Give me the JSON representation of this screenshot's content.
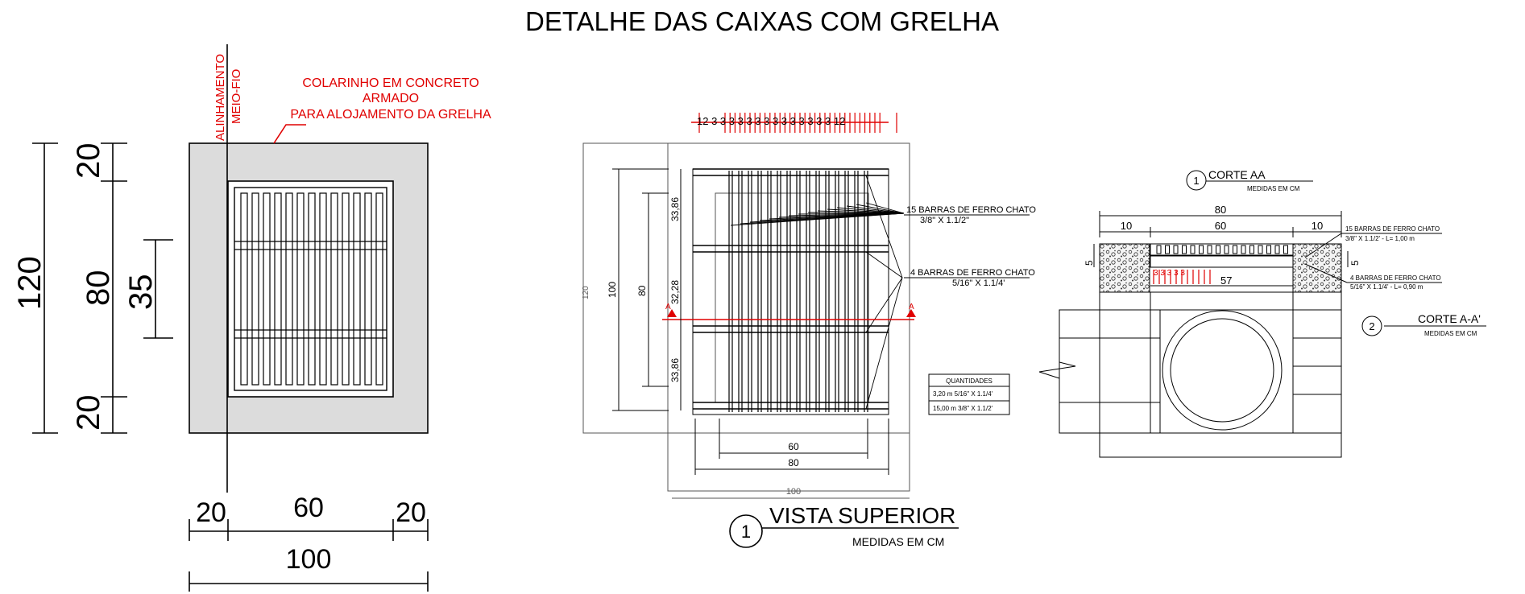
{
  "title": "DETALHE DAS CAIXAS COM GRELHA",
  "colors": {
    "annotation": "#e00000",
    "line": "#000000",
    "fill_gray": "#dcdcdc"
  },
  "left_detail": {
    "vertical_labels": [
      "ALINHAMENTO",
      "MEIO-FIO"
    ],
    "note": [
      "COLARINHO EM CONCRETO",
      "ARMADO",
      "PARA ALOJAMENTO DA GRELHA"
    ],
    "dims_vertical": {
      "total": "120",
      "top": "20",
      "middle": "80",
      "bottom": "20",
      "inner": "35"
    },
    "dims_horizontal": {
      "left": "20",
      "middle": "60",
      "right": "20",
      "total": "100"
    }
  },
  "vista_superior": {
    "bubble": "1",
    "title": "VISTA SUPERIOR",
    "subtitle": "MEDIDAS EM CM",
    "top_spacing_text": "12 3 3 3 3 3 3 3 3 3 3 3 3 3 3 12",
    "dims": {
      "d120": "120",
      "d100": "100",
      "d80": "80",
      "d3386a": "33,86",
      "d3228": "32,28",
      "d3386b": "33,86",
      "w60": "60",
      "w80": "80",
      "w100": "100"
    },
    "cut_marks": [
      "A",
      "A"
    ],
    "label_barras15": [
      "15 BARRAS DE FERRO CHATO",
      "3/8\" X 1.1/2\""
    ],
    "label_barras4": [
      "4 BARRAS DE FERRO CHATO",
      "5/16\" X 1.1/4'"
    ],
    "table": {
      "header": "QUANTIDADES",
      "rows": [
        "3,20 m 5/16\" X 1.1/4'",
        "15,00 m 3/8\" X 1.1/2'"
      ]
    }
  },
  "corte_aa": {
    "bubble": "1",
    "title": "CORTE AA",
    "subtitle": "MEDIDAS EM CM",
    "dims": {
      "d80": "80",
      "d10a": "10",
      "d60": "60",
      "d10b": "10",
      "d57": "57",
      "d5a": "5",
      "d5b": "5"
    },
    "spacing_text": "3 3 3 3 3",
    "label1": [
      "15 BARRAS DE FERRO CHATO",
      "3/8\" X 1.1/2' - L= 1,00 m"
    ],
    "label2": [
      "4 BARRAS DE FERRO CHATO",
      "5/16\" X 1.1/4' - L= 0,90 m"
    ]
  },
  "corte_a_a": {
    "bubble": "2",
    "title": "CORTE A-A'",
    "subtitle": "MEDIDAS EM CM"
  }
}
